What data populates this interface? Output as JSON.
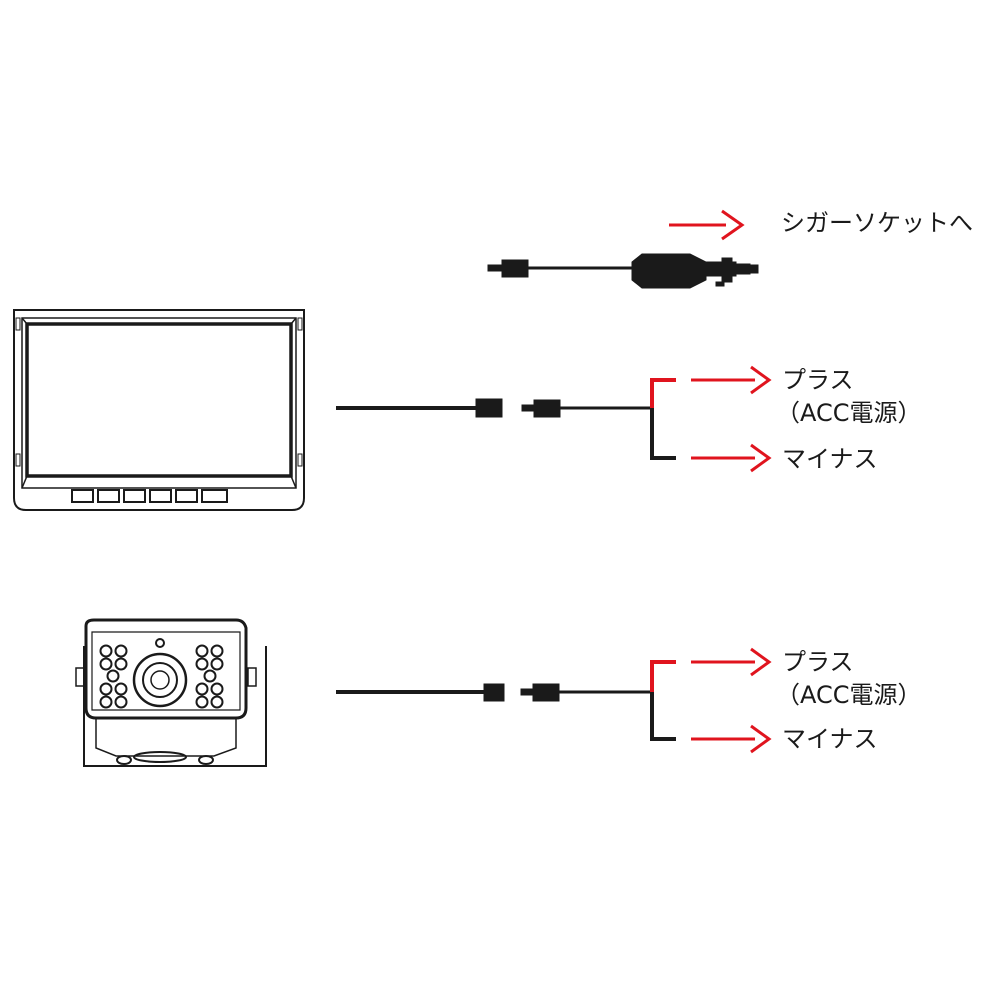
{
  "labels": {
    "cigar_socket": "シガーソケットへ",
    "monitor_plus": "プラス",
    "monitor_acc": "（ACC電源）",
    "monitor_minus": "マイナス",
    "camera_plus": "プラス",
    "camera_acc": "（ACC電源）",
    "camera_minus": "マイナス"
  },
  "colors": {
    "arrow": "#e0141e",
    "line": "#1a1a1a",
    "background": "#ffffff"
  },
  "icons": [
    "monitor-icon",
    "rear-camera-icon",
    "cigar-plug-icon",
    "arrow-right-icon"
  ]
}
